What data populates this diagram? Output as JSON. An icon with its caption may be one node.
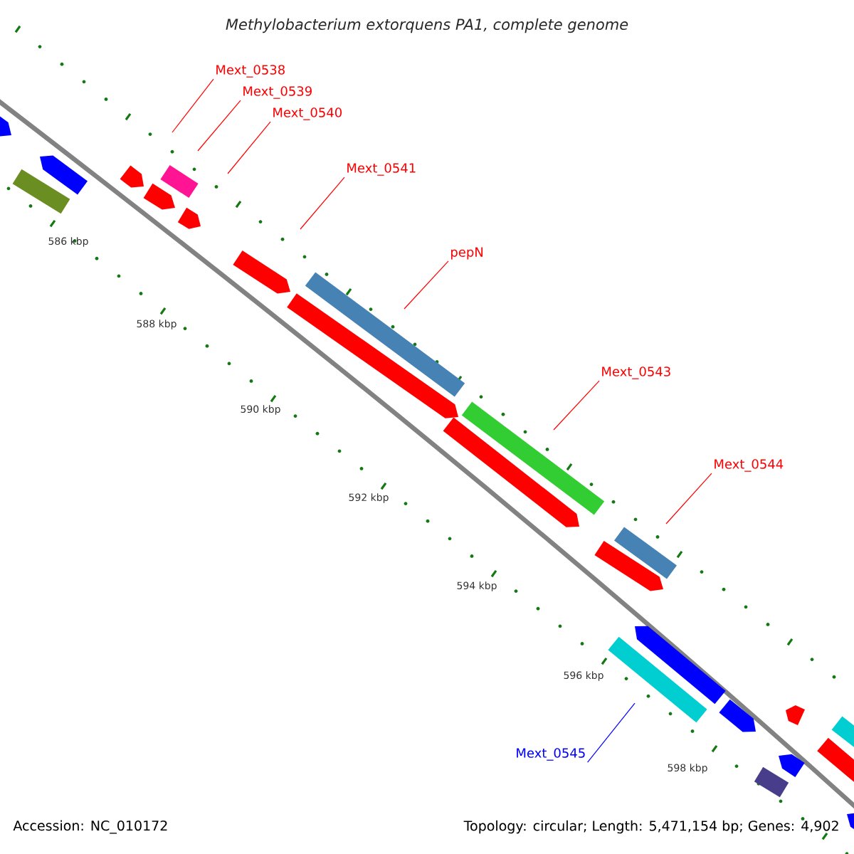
{
  "diagram": {
    "title": "Methylobacterium extorquens PA1, complete genome",
    "nodes": [
      {
        "text": [
          "Mext_0538"
        ]
      },
      {
        "text": [
          "Mext_0539"
        ]
      },
      {
        "text": [
          "Mext_0540"
        ]
      },
      {
        "text": [
          "Mext_0541"
        ]
      },
      {
        "text": [
          "pepN"
        ]
      },
      {
        "text": [
          "Mext_0543"
        ]
      },
      {
        "text": [
          "Mext_0544"
        ]
      },
      {
        "text": [
          "Mext_0545"
        ]
      }
    ],
    "edges": [
      {
        "from": 0,
        "to": null,
        "arrow": "none"
      },
      {
        "from": 1,
        "to": null,
        "arrow": "none"
      },
      {
        "from": 2,
        "to": null,
        "arrow": "none"
      },
      {
        "from": 3,
        "to": null,
        "arrow": "none"
      },
      {
        "from": 4,
        "to": null,
        "arrow": "none"
      },
      {
        "from": 5,
        "to": null,
        "arrow": "none"
      },
      {
        "from": 6,
        "to": null,
        "arrow": "none"
      },
      {
        "from": 7,
        "to": null,
        "arrow": "none",
        "color": "#0000ff"
      }
    ],
    "labels": [
      "586 kbp",
      "588 kbp",
      "590 kbp",
      "592 kbp",
      "594 kbp",
      "596 kbp",
      "598 kbp",
      "Accession: NC_010172",
      "Topology: circular; Length: 5,471,154 bp; Genes: 4,902"
    ]
  }
}
